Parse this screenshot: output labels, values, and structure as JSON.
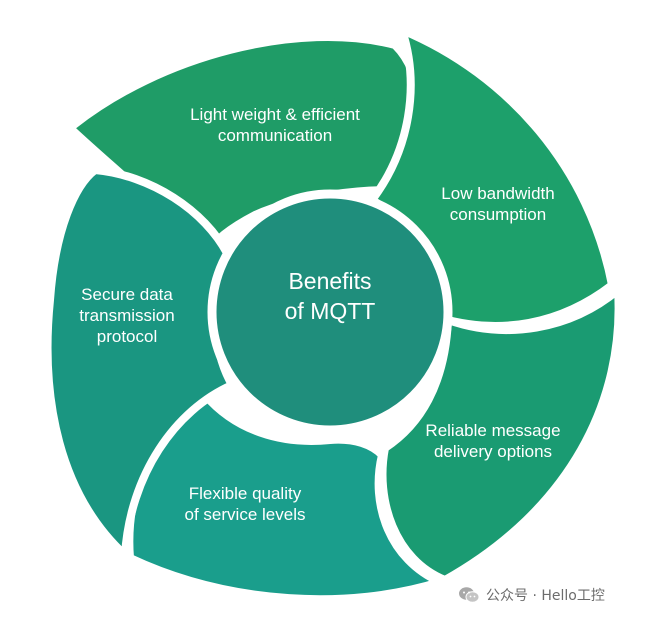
{
  "diagram": {
    "center": {
      "line1": "Benefits",
      "line2": "of MQTT"
    },
    "petals": [
      {
        "line1": "Light weight & efficient",
        "line2": "communication"
      },
      {
        "line1": "Low bandwidth",
        "line2": "consumption"
      },
      {
        "line1": "Reliable message",
        "line2": "delivery options"
      },
      {
        "line1": "Flexible quality",
        "line2": "of service levels"
      },
      {
        "line1": "Secure data",
        "line2": "transmission",
        "line3": "protocol"
      }
    ],
    "colors": {
      "petal_top": "#1f9c67",
      "petal_right_upper": "#1da06b",
      "petal_right_lower": "#1a9b72",
      "petal_bottom": "#1a9e8c",
      "petal_left": "#1a9681",
      "center": "#1f8e7c",
      "gap": "#ffffff"
    }
  },
  "watermark": {
    "text": "公众号 · Hello工控",
    "icon": "wechat-icon"
  }
}
